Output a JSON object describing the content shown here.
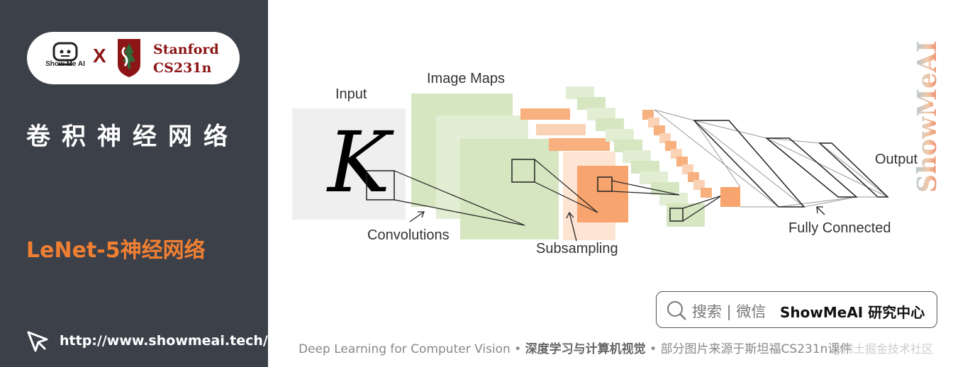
{
  "sidebar": {
    "brand_small": "Show Me AI",
    "x_mark": "X",
    "stanford_line1": "Stanford",
    "stanford_line2": "CS231n",
    "title": "卷积神经网络",
    "subtitle": "LeNet-5神经网络",
    "url": "http://www.showmeai.tech/"
  },
  "diagram": {
    "labels": {
      "input": "Input",
      "image_maps": "Image Maps",
      "output": "Output",
      "convolutions": "Convolutions",
      "subsampling": "Subsampling",
      "fully_connected": "Fully Connected",
      "input_glyph": "K"
    },
    "brand_vertical": "ShowMeAI",
    "colors": {
      "green_map": "#d5e6c0",
      "orange_map": "#f7b07e",
      "input_bg": "#efefef",
      "sidebar_bg": "#3c4049",
      "accent_orange": "#f07f32",
      "stanford_red": "#8c1515"
    }
  },
  "search": {
    "icon": "search-icon",
    "text": "搜索 | 微信",
    "brand": "ShowMeAI 研究中心"
  },
  "footer": {
    "part1": "Deep Learning for Computer Vision",
    "sep": "•",
    "part2": "深度学习与计算机视觉",
    "part3": "部分图片来源于斯坦福CS231n课件"
  },
  "watermark": "@稀土掘金技术社区"
}
